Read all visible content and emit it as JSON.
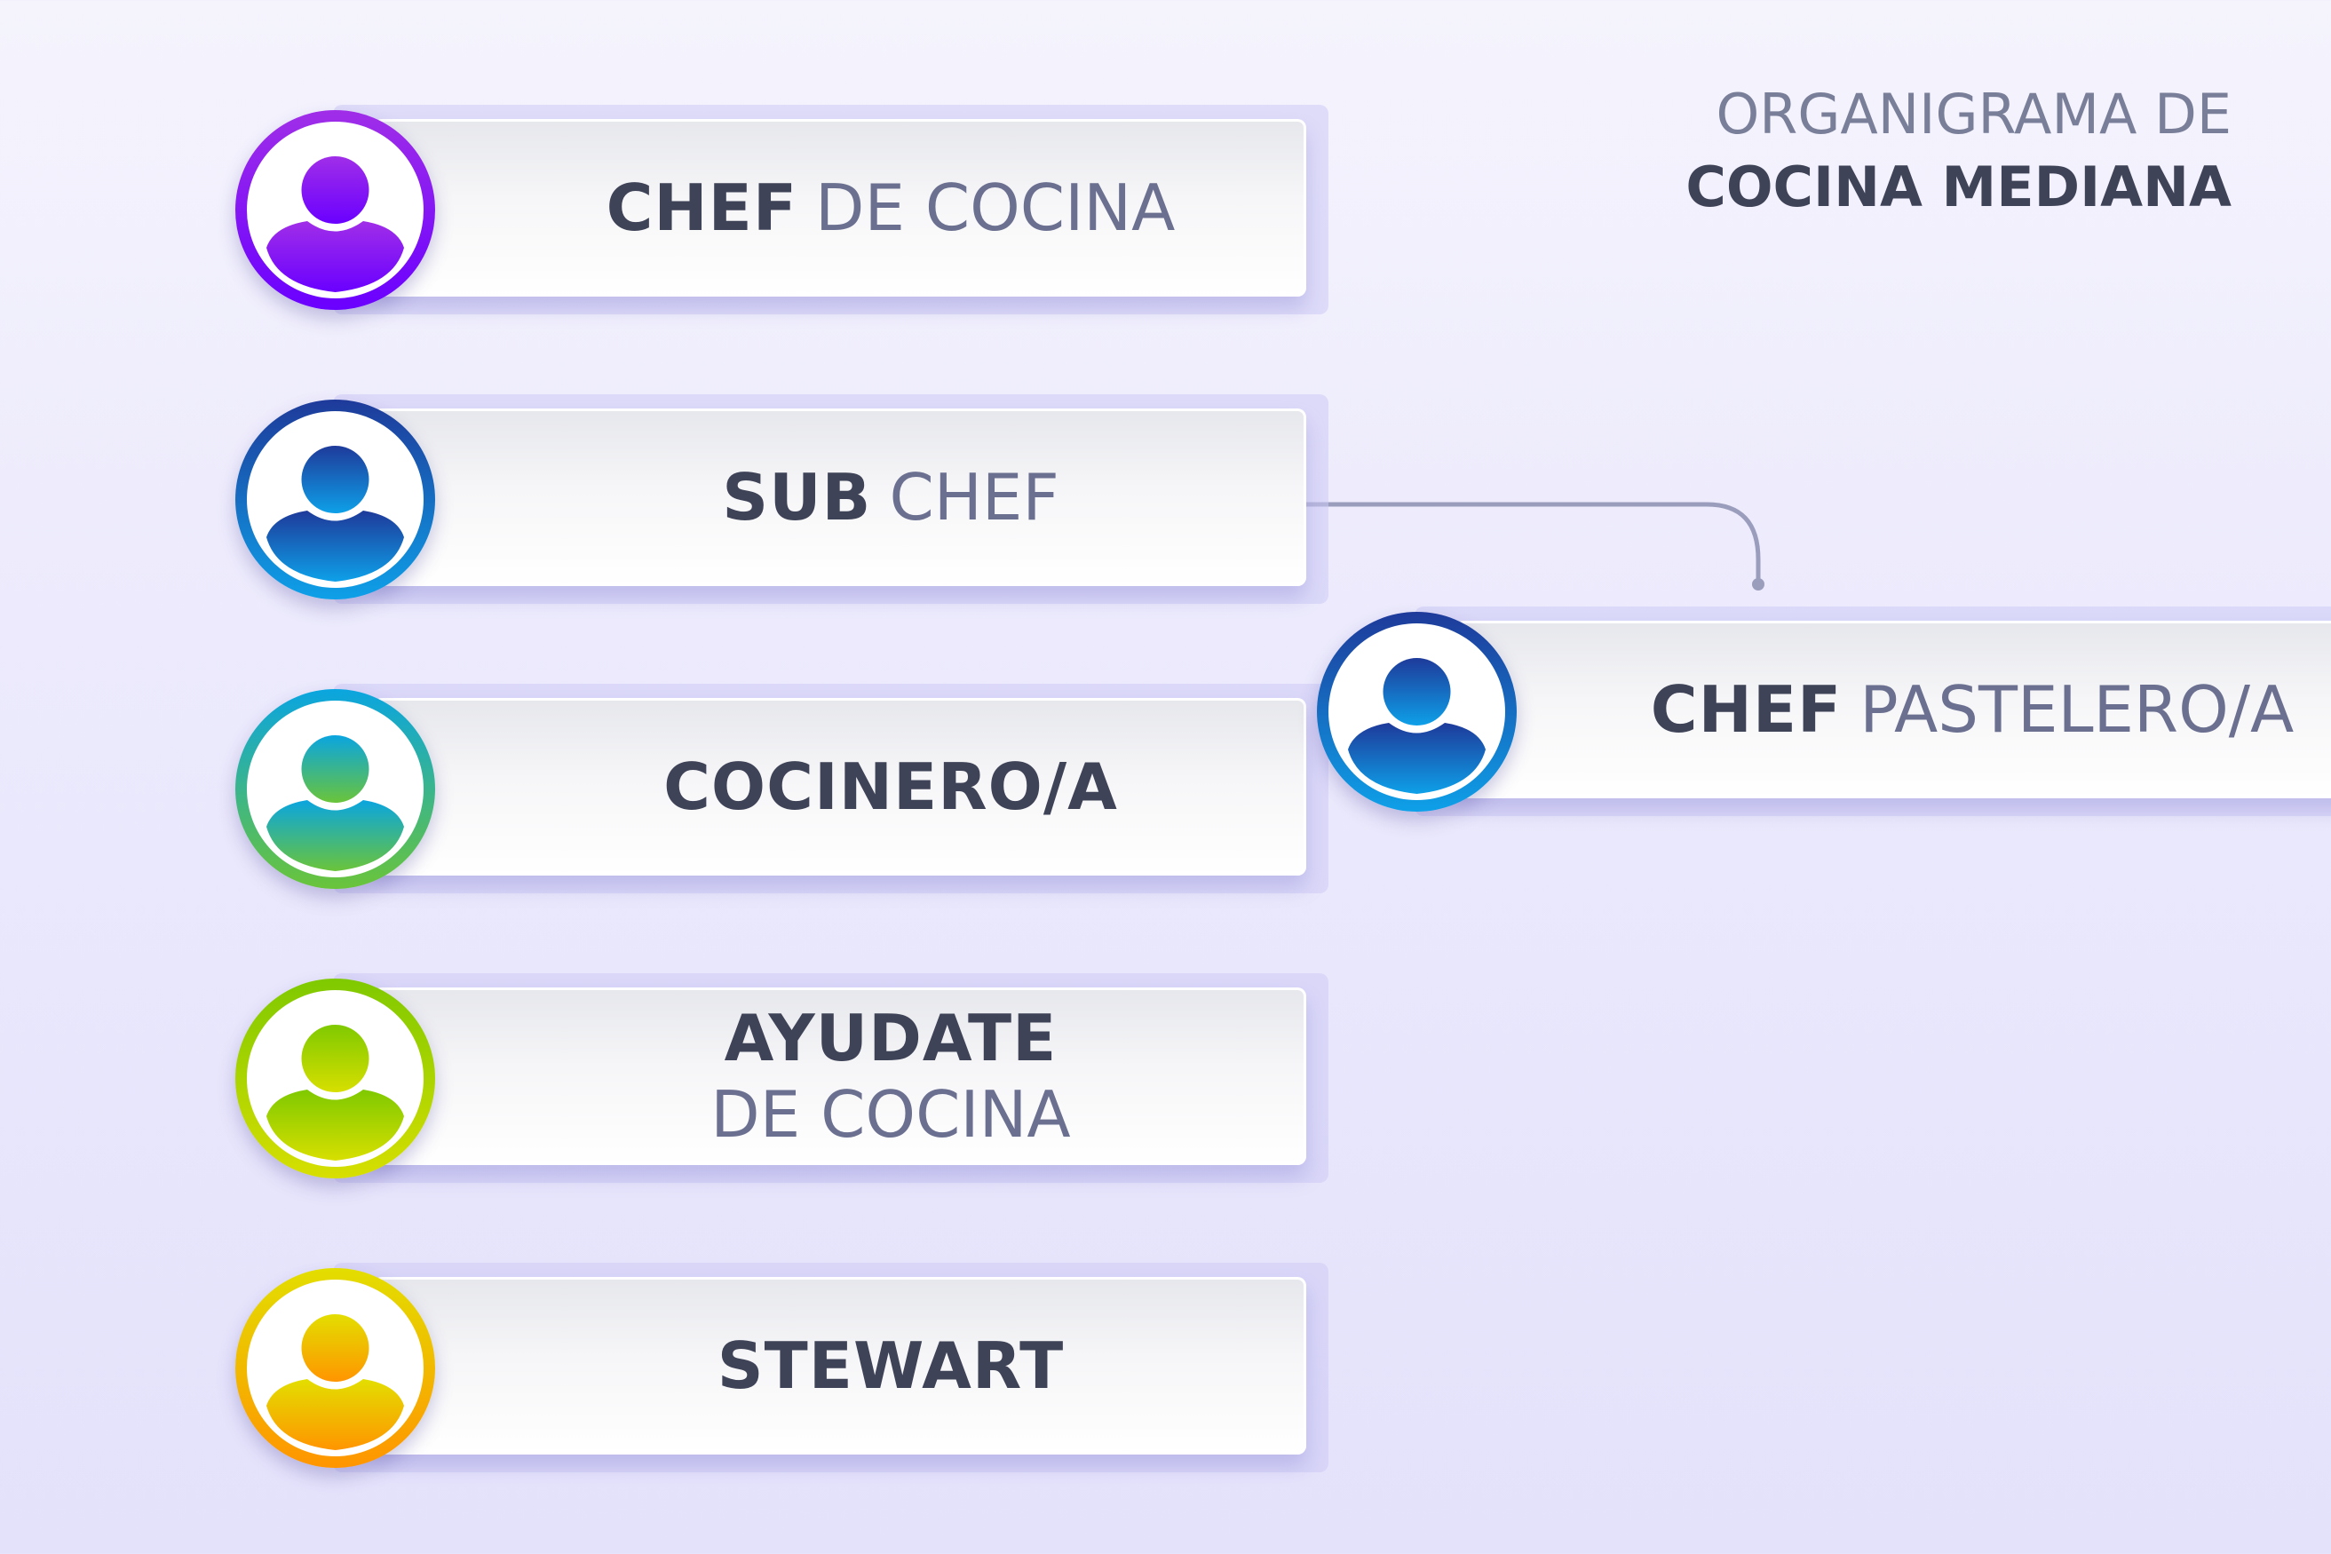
{
  "title": {
    "line1": "ORGANIGRAMA DE",
    "line2": "COCINA MEDIANA"
  },
  "nodes": [
    {
      "bold": "CHEF",
      "normal": "DE COCINA",
      "colors": [
        "#a02ee8",
        "#6a00ff"
      ]
    },
    {
      "bold": "SUB",
      "normal": "CHEF",
      "colors": [
        "#1e3a9a",
        "#0ea0e8"
      ]
    },
    {
      "bold": "COCINERO/A",
      "normal": "",
      "colors": [
        "#0aa5e0",
        "#6ac43a"
      ]
    },
    {
      "bold": "AYUDATE",
      "normal": "DE COCINA",
      "colors": [
        "#7fc900",
        "#d7df00"
      ]
    },
    {
      "bold": "STEWART",
      "normal": "",
      "colors": [
        "#e3de00",
        "#ff9500"
      ]
    },
    {
      "bold": "CHEF",
      "normal": "PASTELERO/A",
      "colors": [
        "#1e3a9a",
        "#0ea0e8"
      ]
    }
  ]
}
